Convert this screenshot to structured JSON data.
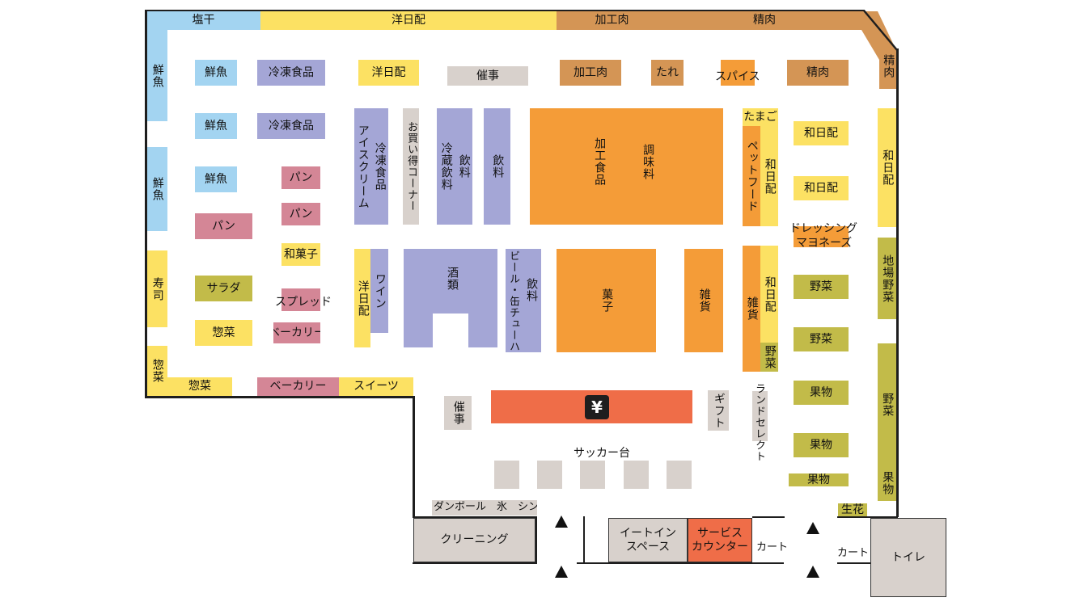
{
  "colors": {
    "fish": "#a3d4f1",
    "daily": "#fce163",
    "meat": "#d49555",
    "grocery": "#f49c38",
    "frozen": "#a4a6d6",
    "bakery": "#d48696",
    "produce": "#c2bb49",
    "facility": "#d8d1cc",
    "service": "#ef6d48",
    "wall": "#1e1e1e"
  },
  "top_wall": {
    "shiohoshi": "塩干",
    "youbi": "洋日配",
    "kakouniku": "加工肉",
    "seiniku": "精肉",
    "seiniku_corner": "精肉"
  },
  "left_wall": {
    "sengyo_1": "鮮魚",
    "sengyo_2": "鮮魚",
    "sushi": "寿司",
    "souzai_vertical": "惣菜"
  },
  "bottom_wall": {
    "souzai": "惣菜",
    "bakery": "ベーカリー",
    "sweets": "スイーツ"
  },
  "right_wall": {
    "wabi": "和日配",
    "jiba_yasai": "地場野菜",
    "yasai": "野菜",
    "kudamono": "果物"
  },
  "islands": {
    "sengyo_a": "鮮魚",
    "sengyo_b": "鮮魚",
    "sengyo_c": "鮮魚",
    "pan_a": "パン",
    "salad": "サラダ",
    "souzai": "惣菜",
    "reitou_a": "冷凍食品",
    "reitou_b": "冷凍食品",
    "pan_b": "パン",
    "pan_c": "パン",
    "wagashi": "和菓子",
    "spread": "スプレッド",
    "bakery": "ベーカリー",
    "youbi_top": "洋日配",
    "saiji_top": "催事",
    "kakouniku": "加工肉",
    "tare": "たれ",
    "spice": "スパイス",
    "seiniku": "精肉",
    "icecream": "アイスクリーム",
    "reitou_v": "冷凍食品",
    "okaidoku": "お買い得コーナー",
    "reizou_inryou": "冷蔵飲料",
    "inryou_a": "飲料",
    "inryou_b": "飲料",
    "kakou_shokuhin": "加工食品",
    "choumiryou": "調味料",
    "youbi_v": "洋日配",
    "wine": "ワイン",
    "sake": "酒類",
    "beer": "ビール・缶チューハイ",
    "inryou_c": "飲料",
    "kashi": "菓子",
    "zakka_a": "雑貨",
    "tamago": "たまご",
    "petfood": "ペットフード",
    "wabi_v_a": "和日配",
    "zakka_b": "雑貨",
    "wabi_v_b": "和日配",
    "yasai_v": "野菜",
    "wabi_a": "和日配",
    "wabi_b": "和日配",
    "dressing": "ドレッシング",
    "mayonnaise": "マヨネーズ",
    "yasai_a": "野菜",
    "yasai_b": "野菜",
    "kudamono_a": "果物",
    "kudamono_b": "果物",
    "kudamono_c": "果物",
    "saiji_bottom": "催事",
    "yen": "¥",
    "gift": "ギフト",
    "brand_select": "ランドセレクト",
    "sacker": "サッカー台"
  },
  "facilities": {
    "cardboard": "ダンボール　氷　シンク",
    "cleaning": "クリーニング",
    "eat_in": "イートイン\nスペース",
    "service_counter": "サービス\nカウンター",
    "cart_a": "カート",
    "cart_b": "カート",
    "seika": "生花",
    "toilet": "トイレ"
  }
}
